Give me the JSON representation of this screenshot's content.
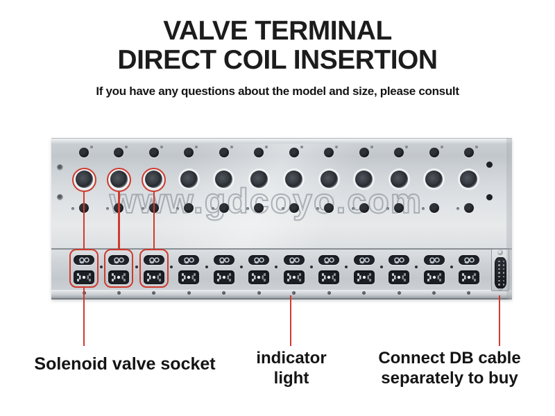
{
  "header": {
    "title_line1": "VALVE TERMINAL",
    "title_line2": "DIRECT COIL INSERTION",
    "subtitle": "If you have any questions about the model and size, please consult"
  },
  "watermark": "www.gdcoyo.com",
  "device": {
    "columns": 12,
    "highlighted_columns": 3,
    "hole_rows": 3,
    "db_connector": {
      "pin_rows": 7,
      "pin_cols": 2
    }
  },
  "annotations": {
    "accent_color": "#cf3a2e",
    "solenoid_label": "Solenoid valve socket",
    "indicator_label_line1": "indicator",
    "indicator_label_line2": "light",
    "db_label_line1": "Connect DB cable",
    "db_label_line2": "separately to buy"
  }
}
